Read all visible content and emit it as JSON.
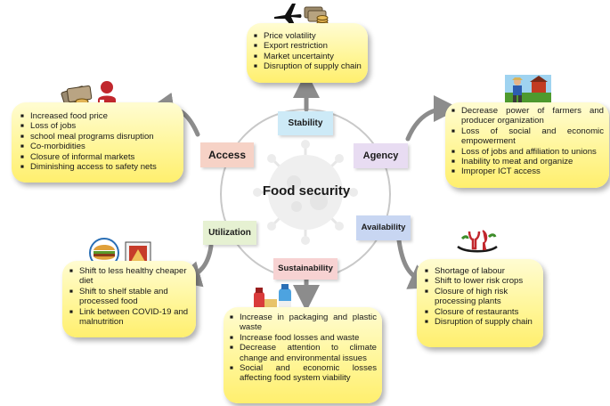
{
  "center": {
    "title": "Food security"
  },
  "labels": {
    "stability": "Stability",
    "agency": "Agency",
    "access": "Access",
    "utilization": "Utilization",
    "availability": "Availability",
    "sustainability": "Sustainability"
  },
  "stability_items": [
    "Price volatility",
    "Export restriction",
    "Market uncertainty",
    "Disruption of supply chain"
  ],
  "access_items": [
    "Increased food price",
    "Loss of jobs",
    "school meal programs disruption",
    "Co-morbidities",
    "Closure of informal markets",
    "Diminishing  access to safety nets"
  ],
  "agency_items": [
    "Decrease power of farmers  and producer organization",
    "Loss of social and economic empowerment",
    "Loss of jobs and affiliation to unions",
    "Inability to meat and organize",
    "Improper ICT access"
  ],
  "utilization_items": [
    "Shift to less healthy cheaper diet",
    "Shift to shelf stable and processed food",
    "Link between COVID-19 and malnutrition"
  ],
  "availability_items": [
    "Shortage of labour",
    "Shift to lower risk crops",
    "Closure of high risk processing plants",
    "Closure of restaurants",
    "Disruption of supply chain"
  ],
  "sustainability_items": [
    "Increase in packaging and plastic waste",
    "Increase food losses and waste",
    "Decrease attention to climate change and environmental issues",
    "Social and economic losses affecting food system viability"
  ],
  "colors": {
    "stability": "#cdeaf7",
    "agency": "#e8dcf2",
    "access": "#f6d2c6",
    "utilization": "#e6f1d2",
    "availability": "#c8d6f2",
    "sustainability": "#f7d2d2",
    "panel": "#fff699"
  },
  "icons": [
    "airplane-icon",
    "money-icon",
    "cash-hand-icon",
    "farmer-icon",
    "food-plate-icon",
    "fork-knife-icon",
    "packaging-icon",
    "virus-icon"
  ]
}
